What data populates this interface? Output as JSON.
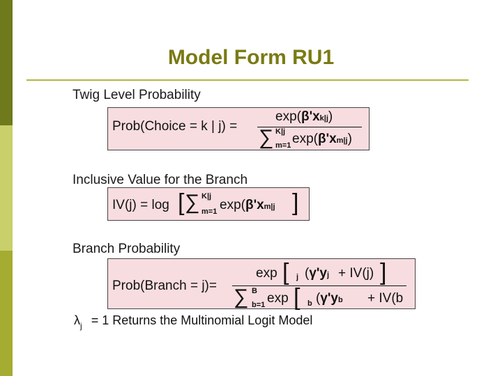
{
  "slide": {
    "title": "Model Form RU1",
    "colors": {
      "sidebar_dark": "#6e7a1c",
      "sidebar_light": "#c9cf6a",
      "sidebar_mid": "#a4ac32",
      "title": "#7a7a14",
      "formula_bg": "#f8dde0"
    }
  },
  "twig": {
    "label": "Twig Level Probability",
    "lhs": "Prob(Choice = k | j) =",
    "num_pre": "exp(",
    "num_beta": "β'x",
    "num_sub": "k|j",
    "num_post": ")",
    "den_sum_top": "K|j",
    "den_sum_bot": "m=1",
    "den_pre": "exp(",
    "den_beta": "β'x",
    "den_sub": "m|j",
    "den_post": ")"
  },
  "inclusive": {
    "label": "Inclusive Value for the Branch",
    "lhs": "IV(j) = log",
    "sum_top": "K|j",
    "sum_bot": "m=1",
    "body_pre": "exp(",
    "body_beta": "β'x",
    "body_sub": "m|j"
  },
  "branch": {
    "label": "Branch Probability",
    "lhs": "Prob(Branch = j)=",
    "num_exp": "exp",
    "num_sub_j": "j",
    "num_gamma": "γ'y",
    "num_gamma_sub": "j",
    "num_iv": "+ IV(j)",
    "den_sum_top": "B",
    "den_sum_bot": "b=1",
    "den_exp": "exp",
    "den_sub_b": "b",
    "den_gamma": "γ'y",
    "den_gamma_sub": "b",
    "den_iv": "+ IV(b"
  },
  "note": {
    "lambda": "λ",
    "lambda_sub": "j",
    "text": "= 1  Returns the Multinomial Logit Model"
  }
}
